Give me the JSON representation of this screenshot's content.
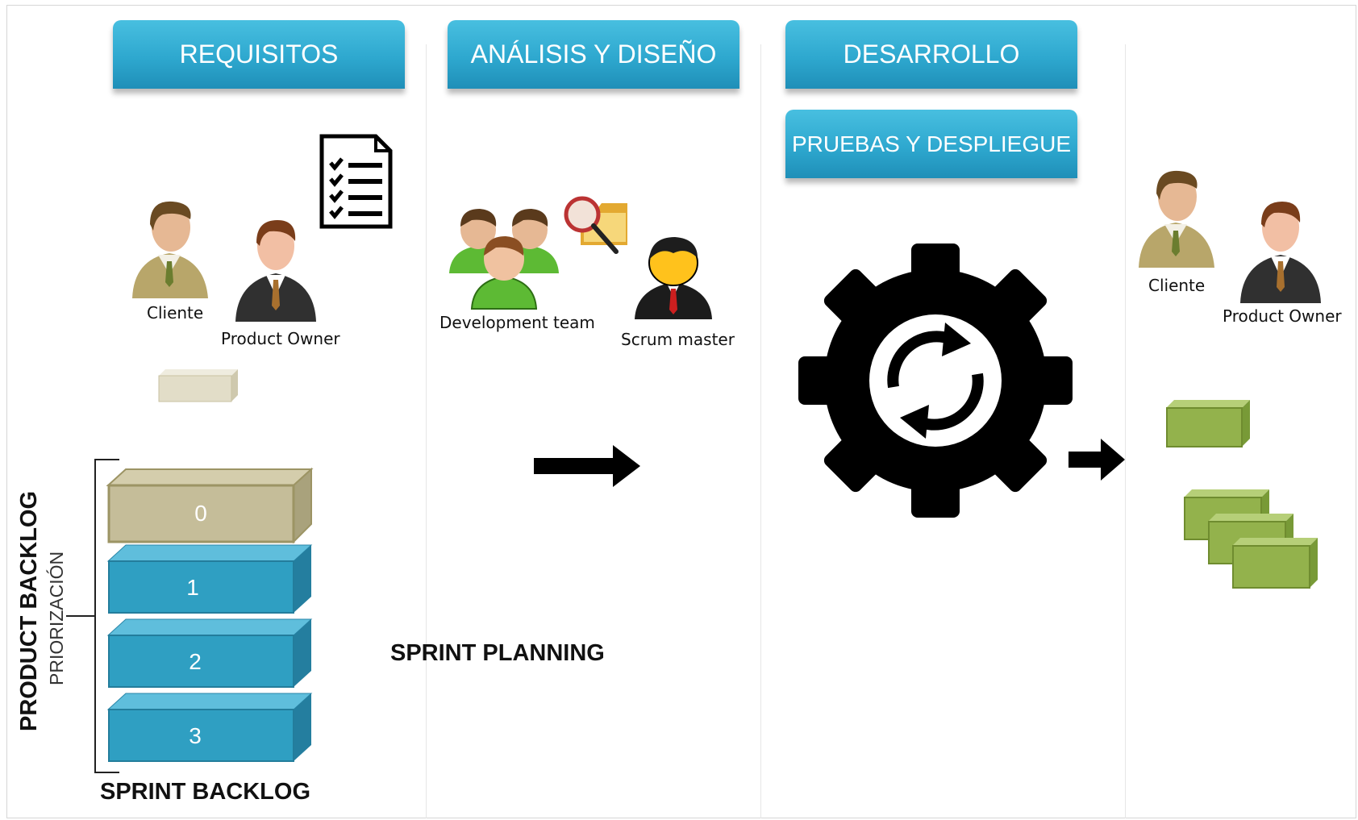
{
  "phases": {
    "requisitos": "REQUISITOS",
    "analisis": "ANÁLISIS Y DISEÑO",
    "desarrollo": "DESARROLLO",
    "pruebas": "PRUEBAS Y DESPLIEGUE"
  },
  "roles": {
    "cliente": "Cliente",
    "product_owner": "Product Owner",
    "development_team": "Development team",
    "scrum_master": "Scrum master"
  },
  "backlog": {
    "product_backlog": "PRODUCT BACKLOG",
    "priorizacion": "PRIORIZACIÓN",
    "sprint_backlog": "SPRINT BACKLOG",
    "items": [
      "0",
      "1",
      "2",
      "3"
    ]
  },
  "sprint_planning": "SPRINT PLANNING",
  "icons": [
    "checklist-icon",
    "gear-icon",
    "refresh-icon",
    "folder-search-icon",
    "arrow-right-icon"
  ],
  "colors": {
    "phase_blue": "#2ea8cf",
    "block_blue": "#2f9fc2",
    "block_tan": "#c5bd99",
    "block_green": "#93b24c"
  }
}
